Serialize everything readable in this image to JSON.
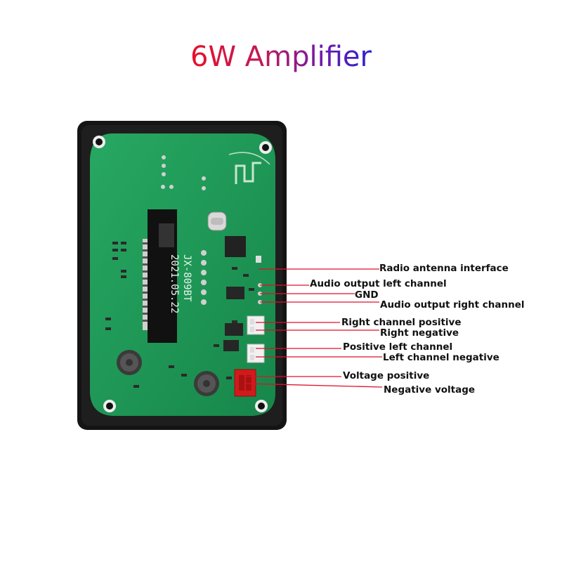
{
  "title": "6W Amplifier",
  "board": {
    "model": "JX-809BT",
    "date": "2021.05.22"
  },
  "labels": [
    {
      "id": "radio-antenna",
      "text": "Radio antenna interface"
    },
    {
      "id": "audio-left",
      "text": "Audio output left channel"
    },
    {
      "id": "gnd",
      "text": "GND"
    },
    {
      "id": "audio-right",
      "text": "Audio output right channel"
    },
    {
      "id": "right-pos",
      "text": "Right channel positive"
    },
    {
      "id": "right-neg",
      "text": "Right negative"
    },
    {
      "id": "left-pos",
      "text": "Positive left channel"
    },
    {
      "id": "left-neg",
      "text": "Left channel negative"
    },
    {
      "id": "volt-pos",
      "text": "Voltage positive"
    },
    {
      "id": "volt-neg",
      "text": "Negative voltage"
    }
  ],
  "colors": {
    "pcb": "#1f9a55",
    "frame": "#151515",
    "leader": "#e0102a"
  }
}
